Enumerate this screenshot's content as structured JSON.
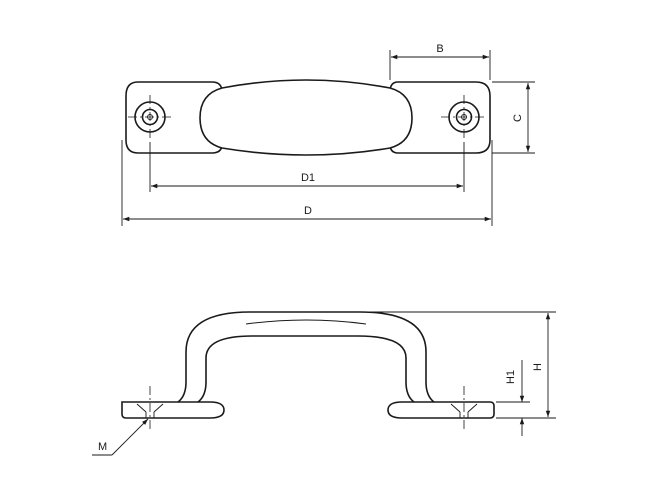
{
  "diagram": {
    "labels": {
      "B": "B",
      "C": "C",
      "D1": "D1",
      "D": "D",
      "H1": "H1",
      "H": "H",
      "M": "M"
    },
    "line_color": "#1a1a1a",
    "background": "#ffffff"
  }
}
